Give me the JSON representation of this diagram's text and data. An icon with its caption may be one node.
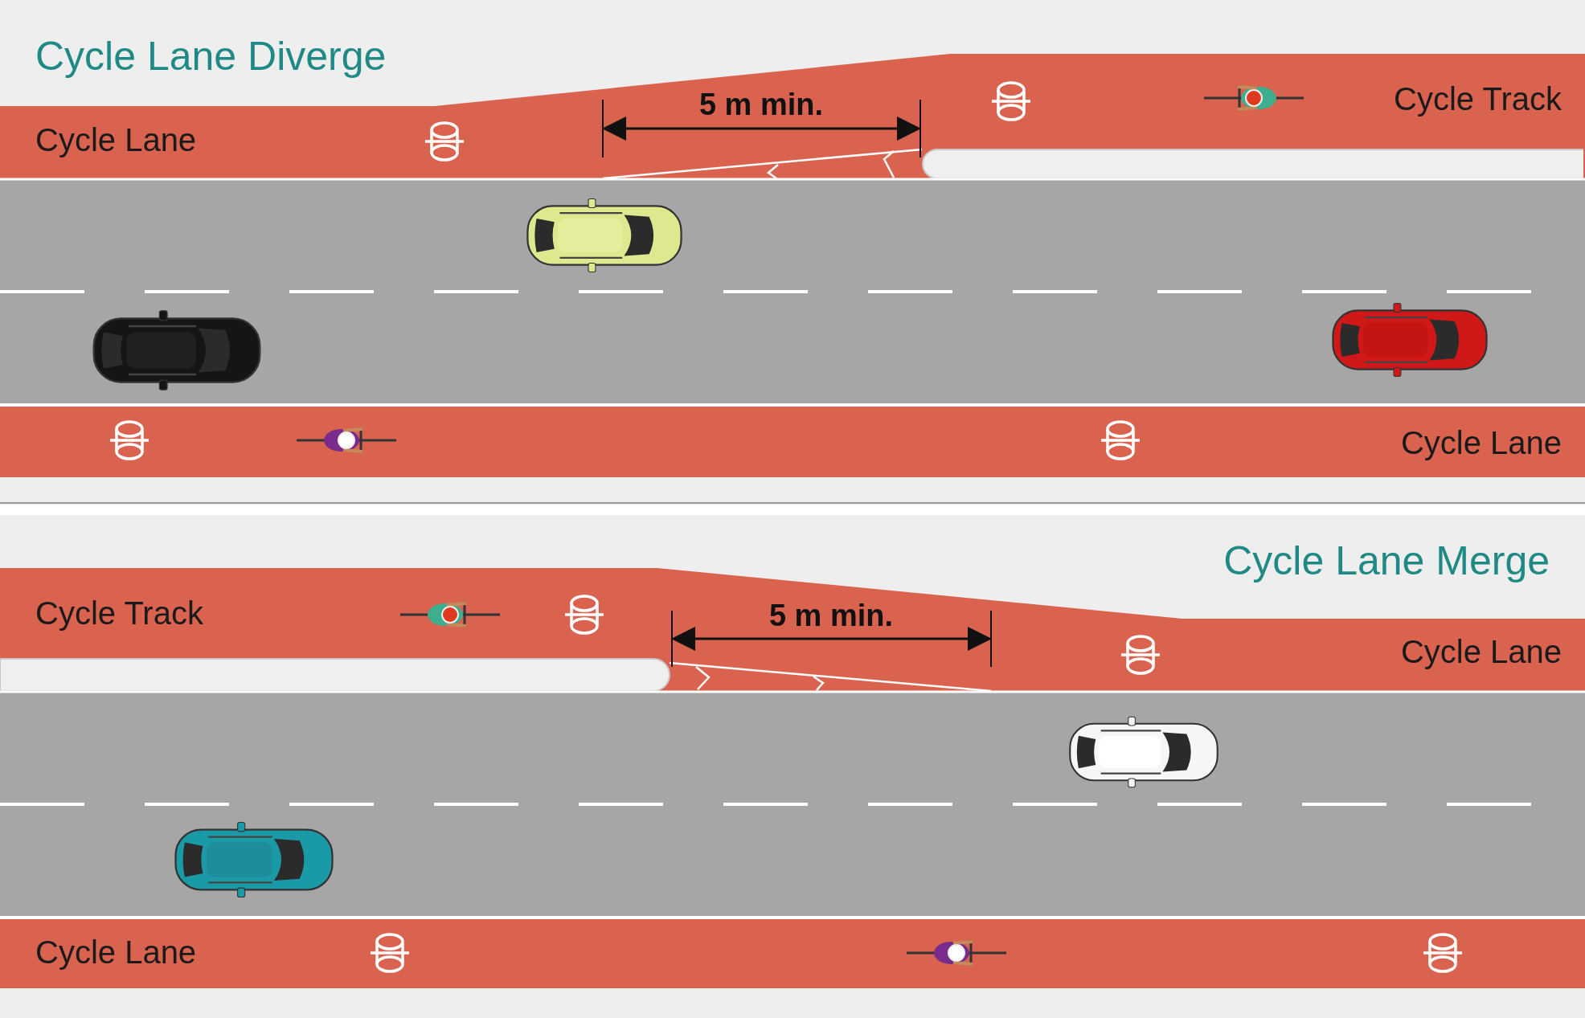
{
  "diagram": {
    "labels": [
      "Cycle Lane Diverge",
      "Cycle Lane",
      "5 m min.",
      "Cycle Track",
      "Cycle Lane",
      "Cycle Lane Merge",
      "Cycle Track",
      "5 m min.",
      "Cycle Lane",
      "Cycle Lane"
    ]
  }
}
